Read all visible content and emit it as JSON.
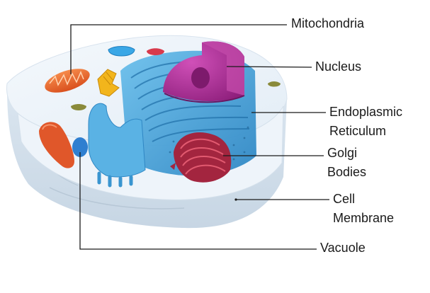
{
  "labels": {
    "mitochondria": "Mitochondria",
    "nucleus": "Nucleus",
    "er_line1": "Endoplasmic",
    "er_line2": "Reticulum",
    "golgi_line1": "Golgi",
    "golgi_line2": "Bodies",
    "membrane_line1": "Cell",
    "membrane_line2": "Membrane",
    "vacuole": "Vacuole"
  },
  "colors": {
    "cytoplasm": "#e8f1fa",
    "cell_wall_side": "#cfdde9",
    "mitochondria": "#e8622a",
    "nucleus": "#a32b8f",
    "nucleolus": "#7d1a6c",
    "er": "#4a9fd6",
    "golgi": "#a3253f",
    "vacuole": "#2f7fd0",
    "ribosome_cluster": "#f2b51c",
    "lysosome_red": "#d83a4c",
    "vesicle_blue": "#3aa7e6",
    "leader_line": "#1a1a1a"
  }
}
